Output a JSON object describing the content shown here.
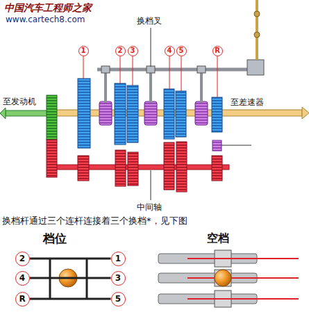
{
  "diagram": {
    "nodes": [
      {
        "text": [
          "1"
        ]
      },
      {
        "text": [
          "2"
        ]
      },
      {
        "text": [
          "3"
        ]
      },
      {
        "text": [
          "4"
        ]
      },
      {
        "text": [
          "5"
        ]
      },
      {
        "text": [
          "R"
        ]
      },
      {
        "text": [
          "2"
        ]
      },
      {
        "text": [
          "1"
        ]
      },
      {
        "text": [
          "4"
        ]
      },
      {
        "text": [
          "3"
        ]
      },
      {
        "text": [
          "R"
        ]
      },
      {
        "text": [
          "5"
        ]
      }
    ],
    "edges": [
      {
        "from": 6,
        "to": 7,
        "arrow": "none"
      },
      {
        "from": 8,
        "to": 9,
        "arrow": "none"
      },
      {
        "from": 10,
        "to": 11,
        "arrow": "none"
      }
    ],
    "labels": [
      "中国汽车工程师之家",
      "www.cartech8.com",
      "换档叉",
      "至发动机",
      "至差速器",
      "中间轴",
      "换档杆通过三个连杆连接着三个换档*，见下图",
      "档位",
      "空档"
    ]
  }
}
